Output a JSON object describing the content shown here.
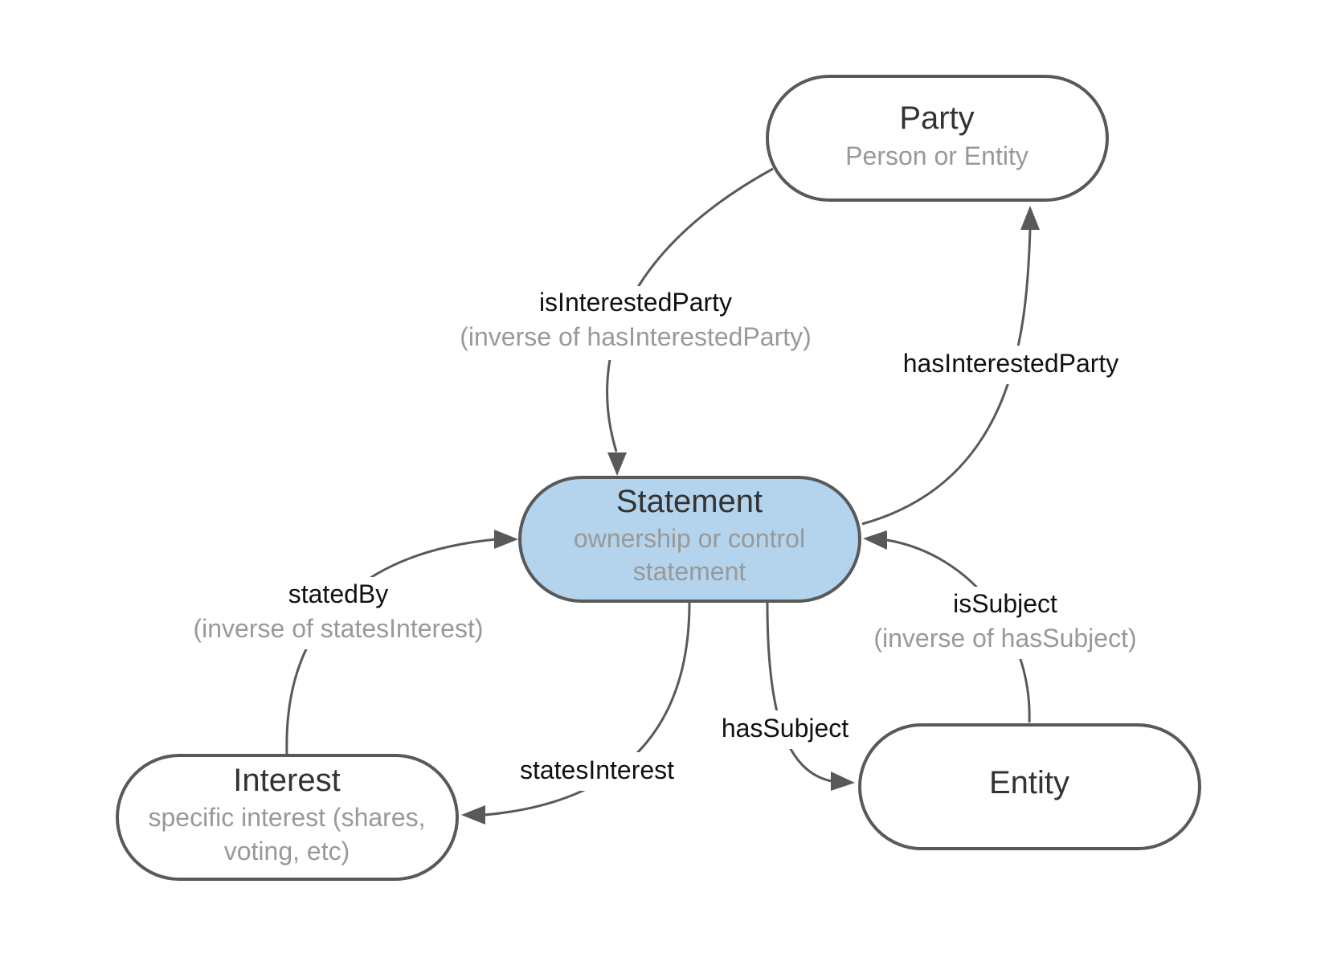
{
  "nodes": {
    "party": {
      "title": "Party",
      "subtitle": "Person or Entity"
    },
    "statement": {
      "title": "Statement",
      "subtitle_line1": "ownership or control",
      "subtitle_line2": "statement"
    },
    "interest": {
      "title": "Interest",
      "subtitle_line1": "specific interest (shares,",
      "subtitle_line2": "voting, etc)"
    },
    "entity": {
      "title": "Entity"
    }
  },
  "edges": {
    "is_interested_party": {
      "label": "isInterestedParty",
      "note": "(inverse of hasInterestedParty)"
    },
    "has_interested_party": {
      "label": "hasInterestedParty"
    },
    "stated_by": {
      "label": "statedBy",
      "note": "(inverse of statesInterest)"
    },
    "states_interest": {
      "label": "statesInterest"
    },
    "has_subject": {
      "label": "hasSubject"
    },
    "is_subject": {
      "label": "isSubject",
      "note": "(inverse of hasSubject)"
    }
  },
  "colors": {
    "node_stroke": "#595959",
    "statement_fill": "#b3d4ec",
    "node_title": "#333333",
    "subtitle": "#999999",
    "edge_label": "#111111"
  }
}
